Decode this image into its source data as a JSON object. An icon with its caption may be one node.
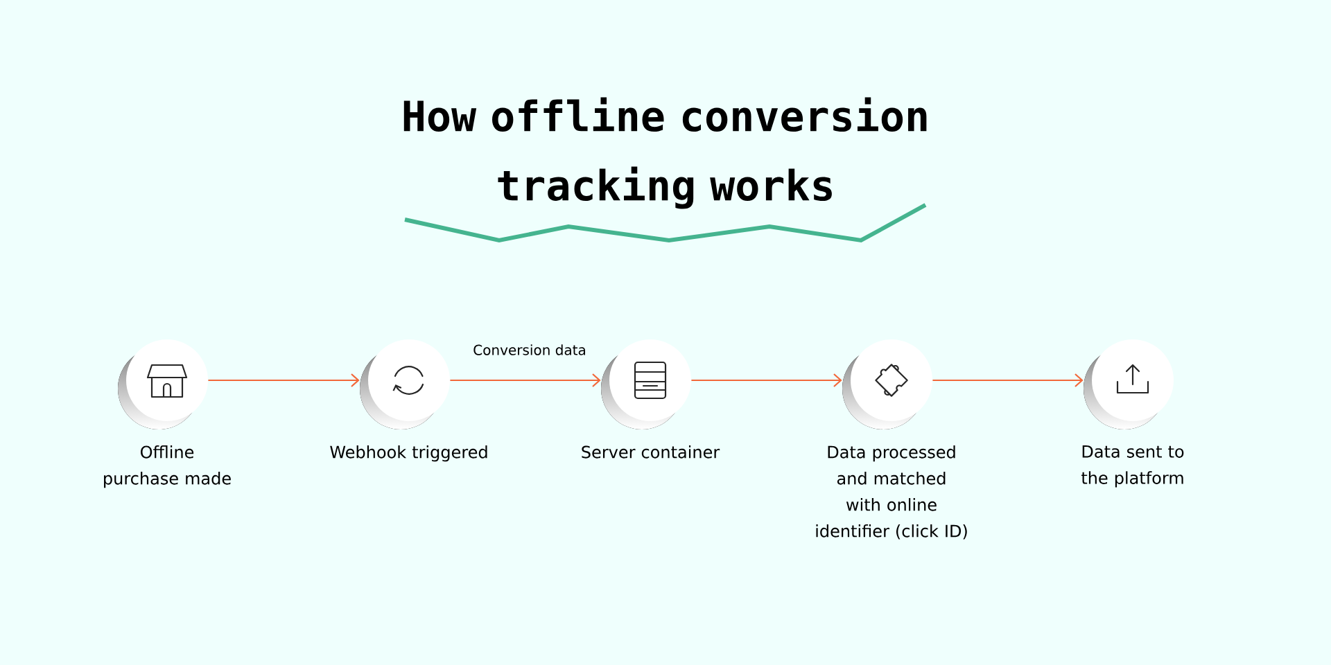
{
  "diagram": {
    "title": "How offline conversion tracking works",
    "nodes": [
      {
        "text": [
          "Offline purchase made"
        ]
      },
      {
        "text": [
          "Webhook triggered"
        ]
      },
      {
        "text": [
          "Server container"
        ]
      },
      {
        "text": [
          "Data processed and matched with online identifier (click ID)"
        ]
      },
      {
        "text": [
          "Data sent to the platform"
        ]
      }
    ],
    "edges": [
      {
        "from": 0,
        "to": 1,
        "arrow": "to"
      },
      {
        "from": 1,
        "to": 2,
        "arrow": "to",
        "label": "Conversion data"
      },
      {
        "from": 2,
        "to": 3,
        "arrow": "to"
      },
      {
        "from": 3,
        "to": 4,
        "arrow": "to"
      }
    ]
  }
}
